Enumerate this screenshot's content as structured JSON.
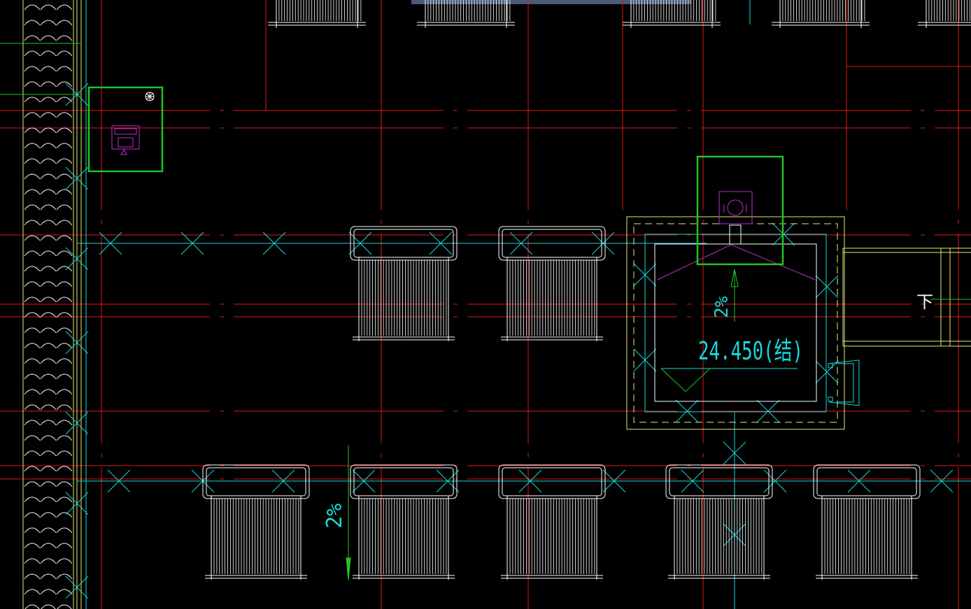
{
  "window": {
    "title": ""
  },
  "annotations": {
    "elevation": "24.450(结)",
    "slope_upper": "2%",
    "slope_lower": "2%",
    "stair_direction": "下"
  },
  "colors": {
    "background": "#000000",
    "grid_red": "#e01818",
    "wall_cyan": "#18d8d8",
    "fixture_white": "#ffffff",
    "selection_green": "#22c422",
    "equipment_magenta": "#c030d0",
    "stair_yellow": "#e8e870",
    "title_bar": "#4a5a78"
  },
  "icons": {
    "water_tank": "water-tank-icon",
    "pump": "pump-icon",
    "valve": "valve-icon",
    "solar_collector": "solar-collector-icon"
  }
}
